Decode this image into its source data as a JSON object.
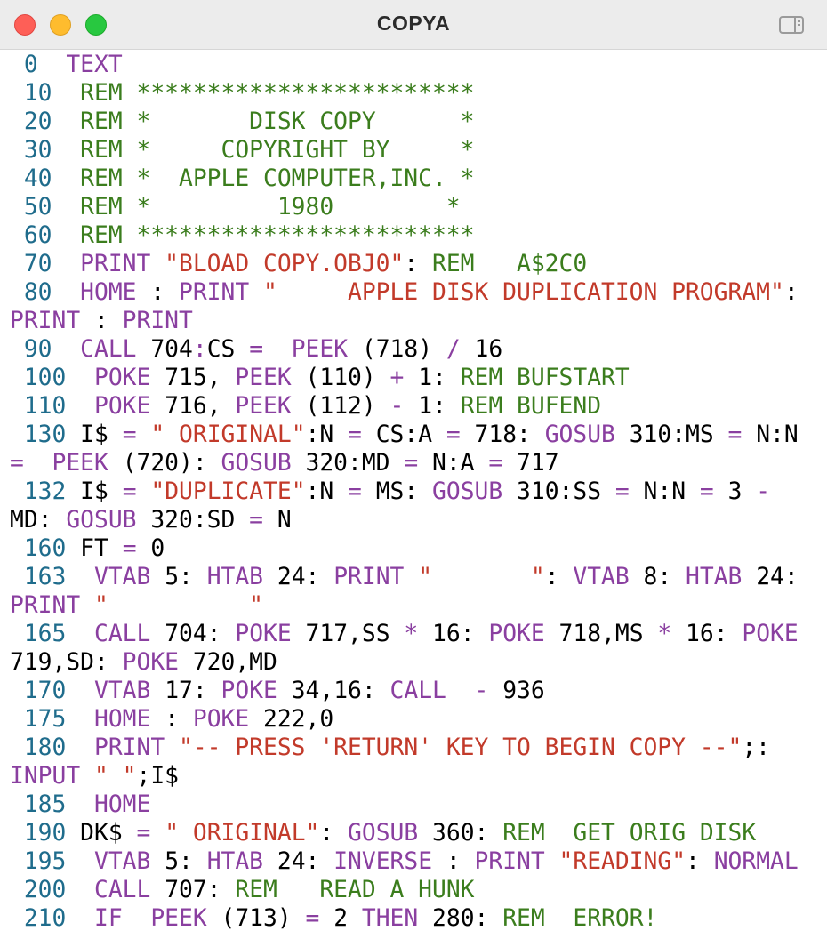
{
  "window": {
    "title": "COPYA"
  },
  "colors": {
    "line_number": "#1f6c8c",
    "keyword": "#8a3fa0",
    "remark": "#3b7d1d",
    "string": "#c23a2a",
    "plain": "#000000"
  },
  "code_lines": [
    {
      "num": " 0",
      "parts": [
        [
          "p",
          "  "
        ],
        [
          "k",
          "TEXT"
        ]
      ]
    },
    {
      "num": " 10",
      "parts": [
        [
          "p",
          "  "
        ],
        [
          "r",
          "REM ************************"
        ]
      ]
    },
    {
      "num": " 20",
      "parts": [
        [
          "p",
          "  "
        ],
        [
          "r",
          "REM *       DISK COPY      *"
        ]
      ]
    },
    {
      "num": " 30",
      "parts": [
        [
          "p",
          "  "
        ],
        [
          "r",
          "REM *     COPYRIGHT BY     *"
        ]
      ]
    },
    {
      "num": " 40",
      "parts": [
        [
          "p",
          "  "
        ],
        [
          "r",
          "REM *  APPLE COMPUTER,INC. *"
        ]
      ]
    },
    {
      "num": " 50",
      "parts": [
        [
          "p",
          "  "
        ],
        [
          "r",
          "REM *         1980        *"
        ]
      ]
    },
    {
      "num": " 60",
      "parts": [
        [
          "p",
          "  "
        ],
        [
          "r",
          "REM ************************"
        ]
      ]
    },
    {
      "num": " 70",
      "parts": [
        [
          "p",
          "  "
        ],
        [
          "k",
          "PRINT "
        ],
        [
          "s",
          "\"BLOAD COPY.OBJ0\""
        ],
        [
          "p",
          ": "
        ],
        [
          "r",
          "REM   A$2C0"
        ]
      ]
    },
    {
      "num": " 80",
      "parts": [
        [
          "p",
          "  "
        ],
        [
          "k",
          "HOME "
        ],
        [
          "p",
          ": "
        ],
        [
          "k",
          "PRINT "
        ],
        [
          "s",
          "\"     APPLE DISK DUPLICATION PROGRAM\""
        ],
        [
          "p",
          ":"
        ]
      ]
    },
    {
      "num": "",
      "parts": [
        [
          "k",
          "PRINT "
        ],
        [
          "p",
          ": "
        ],
        [
          "k",
          "PRINT"
        ]
      ]
    },
    {
      "num": " 90",
      "parts": [
        [
          "p",
          "  "
        ],
        [
          "k",
          "CALL "
        ],
        [
          "p",
          "704"
        ],
        [
          "o",
          ":"
        ],
        [
          "p",
          "CS "
        ],
        [
          "o",
          "="
        ],
        [
          "p",
          "  "
        ],
        [
          "k",
          "PEEK "
        ],
        [
          "p",
          "(718) "
        ],
        [
          "o",
          "/"
        ],
        [
          "p",
          " 16"
        ]
      ]
    },
    {
      "num": " 100",
      "parts": [
        [
          "p",
          "  "
        ],
        [
          "k",
          "POKE "
        ],
        [
          "p",
          "715, "
        ],
        [
          "k",
          "PEEK "
        ],
        [
          "p",
          "(110) "
        ],
        [
          "o",
          "+"
        ],
        [
          "p",
          " 1: "
        ],
        [
          "r",
          "REM BUFSTART"
        ]
      ]
    },
    {
      "num": " 110",
      "parts": [
        [
          "p",
          "  "
        ],
        [
          "k",
          "POKE "
        ],
        [
          "p",
          "716, "
        ],
        [
          "k",
          "PEEK "
        ],
        [
          "p",
          "(112) "
        ],
        [
          "o",
          "-"
        ],
        [
          "p",
          " 1: "
        ],
        [
          "r",
          "REM BUFEND"
        ]
      ]
    },
    {
      "num": " 130",
      "parts": [
        [
          "p",
          " I$ "
        ],
        [
          "o",
          "="
        ],
        [
          "p",
          " "
        ],
        [
          "s",
          "\" ORIGINAL\""
        ],
        [
          "p",
          ":N "
        ],
        [
          "o",
          "="
        ],
        [
          "p",
          " CS:A "
        ],
        [
          "o",
          "="
        ],
        [
          "p",
          " 718: "
        ],
        [
          "k",
          "GOSUB "
        ],
        [
          "p",
          "310:MS "
        ],
        [
          "o",
          "="
        ],
        [
          "p",
          " N:N"
        ]
      ]
    },
    {
      "num": "",
      "parts": [
        [
          "o",
          "="
        ],
        [
          "p",
          "  "
        ],
        [
          "k",
          "PEEK "
        ],
        [
          "p",
          "(720): "
        ],
        [
          "k",
          "GOSUB "
        ],
        [
          "p",
          "320:MD "
        ],
        [
          "o",
          "="
        ],
        [
          "p",
          " N:A "
        ],
        [
          "o",
          "="
        ],
        [
          "p",
          " 717"
        ]
      ]
    },
    {
      "num": " 132",
      "parts": [
        [
          "p",
          " I$ "
        ],
        [
          "o",
          "="
        ],
        [
          "p",
          " "
        ],
        [
          "s",
          "\"DUPLICATE\""
        ],
        [
          "p",
          ":N "
        ],
        [
          "o",
          "="
        ],
        [
          "p",
          " MS: "
        ],
        [
          "k",
          "GOSUB "
        ],
        [
          "p",
          "310:SS "
        ],
        [
          "o",
          "="
        ],
        [
          "p",
          " N:N "
        ],
        [
          "o",
          "="
        ],
        [
          "p",
          " 3 "
        ],
        [
          "o",
          "-"
        ]
      ]
    },
    {
      "num": "",
      "parts": [
        [
          "p",
          "MD: "
        ],
        [
          "k",
          "GOSUB "
        ],
        [
          "p",
          "320:SD "
        ],
        [
          "o",
          "="
        ],
        [
          "p",
          " N"
        ]
      ]
    },
    {
      "num": " 160",
      "parts": [
        [
          "p",
          " FT "
        ],
        [
          "o",
          "="
        ],
        [
          "p",
          " 0"
        ]
      ]
    },
    {
      "num": " 163",
      "parts": [
        [
          "p",
          "  "
        ],
        [
          "k",
          "VTAB "
        ],
        [
          "p",
          "5: "
        ],
        [
          "k",
          "HTAB "
        ],
        [
          "p",
          "24: "
        ],
        [
          "k",
          "PRINT "
        ],
        [
          "s",
          "\"       \""
        ],
        [
          "p",
          ": "
        ],
        [
          "k",
          "VTAB "
        ],
        [
          "p",
          "8: "
        ],
        [
          "k",
          "HTAB "
        ],
        [
          "p",
          "24:"
        ]
      ]
    },
    {
      "num": "",
      "parts": [
        [
          "k",
          "PRINT "
        ],
        [
          "s",
          "\"          \""
        ]
      ]
    },
    {
      "num": " 165",
      "parts": [
        [
          "p",
          "  "
        ],
        [
          "k",
          "CALL "
        ],
        [
          "p",
          "704: "
        ],
        [
          "k",
          "POKE "
        ],
        [
          "p",
          "717,SS "
        ],
        [
          "o",
          "*"
        ],
        [
          "p",
          " 16: "
        ],
        [
          "k",
          "POKE "
        ],
        [
          "p",
          "718,MS "
        ],
        [
          "o",
          "*"
        ],
        [
          "p",
          " 16: "
        ],
        [
          "k",
          "POKE"
        ]
      ]
    },
    {
      "num": "",
      "parts": [
        [
          "p",
          "719,SD: "
        ],
        [
          "k",
          "POKE "
        ],
        [
          "p",
          "720,MD"
        ]
      ]
    },
    {
      "num": " 170",
      "parts": [
        [
          "p",
          "  "
        ],
        [
          "k",
          "VTAB "
        ],
        [
          "p",
          "17: "
        ],
        [
          "k",
          "POKE "
        ],
        [
          "p",
          "34,16: "
        ],
        [
          "k",
          "CALL "
        ],
        [
          "p",
          " "
        ],
        [
          "o",
          "-"
        ],
        [
          "p",
          " 936"
        ]
      ]
    },
    {
      "num": " 175",
      "parts": [
        [
          "p",
          "  "
        ],
        [
          "k",
          "HOME "
        ],
        [
          "p",
          ": "
        ],
        [
          "k",
          "POKE "
        ],
        [
          "p",
          "222,0"
        ]
      ]
    },
    {
      "num": " 180",
      "parts": [
        [
          "p",
          "  "
        ],
        [
          "k",
          "PRINT "
        ],
        [
          "s",
          "\"-- PRESS 'RETURN' KEY TO BEGIN COPY --\""
        ],
        [
          "p",
          ";:"
        ]
      ]
    },
    {
      "num": "",
      "parts": [
        [
          "k",
          "INPUT "
        ],
        [
          "s",
          "\" \""
        ],
        [
          "p",
          ";I$"
        ]
      ]
    },
    {
      "num": " 185",
      "parts": [
        [
          "p",
          "  "
        ],
        [
          "k",
          "HOME"
        ]
      ]
    },
    {
      "num": " 190",
      "parts": [
        [
          "p",
          " DK$ "
        ],
        [
          "o",
          "="
        ],
        [
          "p",
          " "
        ],
        [
          "s",
          "\" ORIGINAL\""
        ],
        [
          "p",
          ": "
        ],
        [
          "k",
          "GOSUB "
        ],
        [
          "p",
          "360: "
        ],
        [
          "r",
          "REM  GET ORIG DISK"
        ]
      ]
    },
    {
      "num": " 195",
      "parts": [
        [
          "p",
          "  "
        ],
        [
          "k",
          "VTAB "
        ],
        [
          "p",
          "5: "
        ],
        [
          "k",
          "HTAB "
        ],
        [
          "p",
          "24: "
        ],
        [
          "k",
          "INVERSE "
        ],
        [
          "p",
          ": "
        ],
        [
          "k",
          "PRINT "
        ],
        [
          "s",
          "\"READING\""
        ],
        [
          "p",
          ": "
        ],
        [
          "k",
          "NORMAL"
        ]
      ]
    },
    {
      "num": " 200",
      "parts": [
        [
          "p",
          "  "
        ],
        [
          "k",
          "CALL "
        ],
        [
          "p",
          "707: "
        ],
        [
          "r",
          "REM   READ A HUNK"
        ]
      ]
    },
    {
      "num": " 210",
      "parts": [
        [
          "p",
          "  "
        ],
        [
          "k",
          "IF  PEEK "
        ],
        [
          "p",
          "(713) "
        ],
        [
          "o",
          "="
        ],
        [
          "p",
          " 2 "
        ],
        [
          "k",
          "THEN "
        ],
        [
          "p",
          "280: "
        ],
        [
          "r",
          "REM  ERROR!"
        ]
      ]
    }
  ]
}
